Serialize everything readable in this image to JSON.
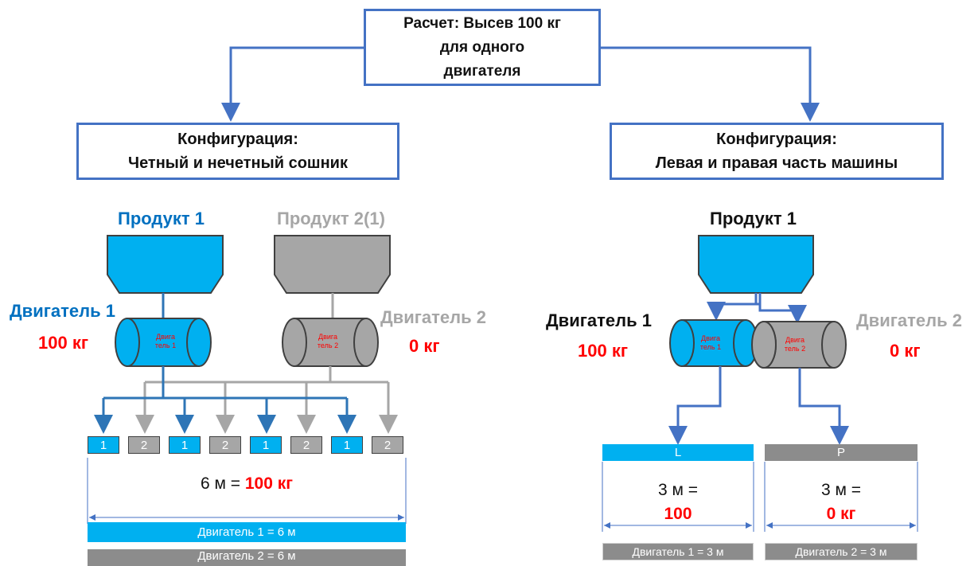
{
  "title_box": {
    "line1": "Расчет: Высев 100 кг",
    "line2": "для одного",
    "line3": "двигателя"
  },
  "left": {
    "config_title": "Конфигурация:",
    "config_sub": "Четный и нечетный сошник",
    "product1": "Продукт 1",
    "product2": "Продукт 2(1)",
    "motor1_label": "Двигатель 1",
    "motor1_amount": "100 кг",
    "motor2_label": "Двигатель 2",
    "motor2_amount": "0 кг",
    "motor1_inner": [
      "Двига",
      "тель 1"
    ],
    "motor2_inner": [
      "Двига",
      "тель 2"
    ],
    "coulters": [
      "1",
      "2",
      "1",
      "2",
      "1",
      "2",
      "1",
      "2"
    ],
    "width_prefix": "6 м = ",
    "width_amount": "100 кг",
    "bar1": "Двигатель 1 = 6 м",
    "bar2": "Двигатель 2 = 6 м"
  },
  "right": {
    "config_title": "Конфигурация:",
    "config_sub": "Левая и правая часть машины",
    "product1": "Продукт 1",
    "motor1_label": "Двигатель 1",
    "motor1_amount": "100 кг",
    "motor2_label": "Двигатель 2",
    "motor2_amount": "0 кг",
    "motor1_inner": [
      "Двига",
      "тель 1"
    ],
    "motor2_inner": [
      "Двига",
      "тель 2"
    ],
    "section_left": "L",
    "section_right": "P",
    "left_width": "3 м =",
    "left_amount": "100",
    "right_width": "3 м =",
    "right_amount": "0 кг",
    "bar1": "Двигатель 1 = 3 м",
    "bar2": "Двигатель 2 = 3 м"
  },
  "colors": {
    "blue": "#00b0f0",
    "gray": "#a6a6a6",
    "dark_gray": "#7f7f7f",
    "red": "#ff0000",
    "frame": "#4472c4",
    "dim_line": "#4472c4"
  }
}
